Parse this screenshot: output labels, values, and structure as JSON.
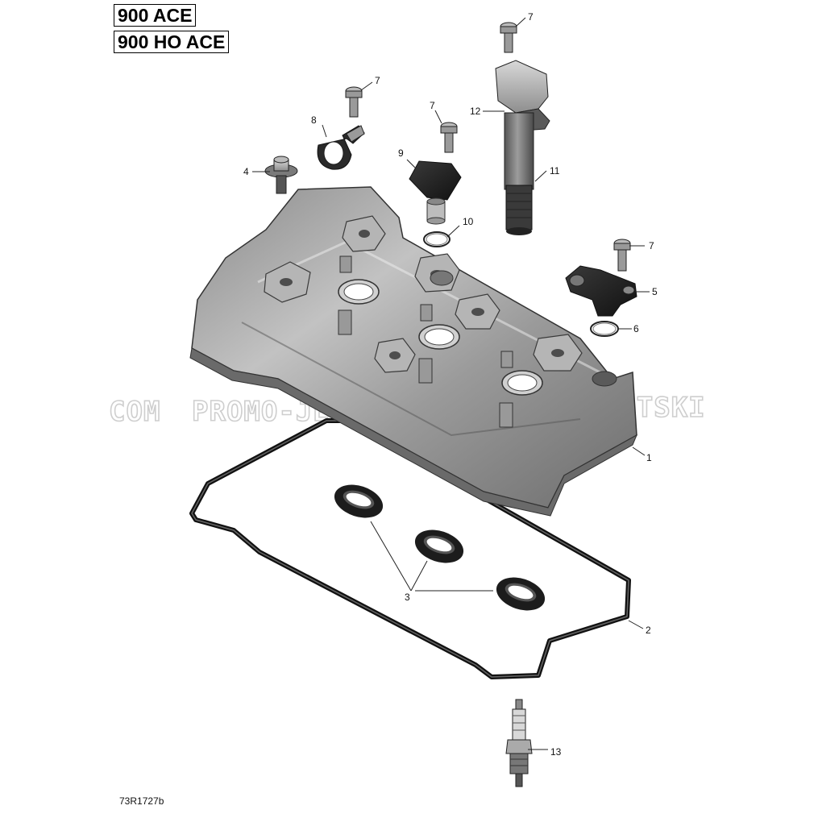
{
  "models": [
    "900 ACE",
    "900 HO ACE"
  ],
  "callouts": [
    {
      "num": "1",
      "part": "valve-cover"
    },
    {
      "num": "2",
      "part": "valve-cover-gasket"
    },
    {
      "num": "3",
      "part": "spark-plug-well-seal"
    },
    {
      "num": "4",
      "part": "shoulder-screw"
    },
    {
      "num": "5",
      "part": "camshaft-position-sensor"
    },
    {
      "num": "6",
      "part": "o-ring"
    },
    {
      "num": "7",
      "part": "screw"
    },
    {
      "num": "8",
      "part": "cable-clamp"
    },
    {
      "num": "9",
      "part": "sensor"
    },
    {
      "num": "10",
      "part": "o-ring"
    },
    {
      "num": "11",
      "part": "ignition-coil"
    },
    {
      "num": "12",
      "part": "o-ring"
    },
    {
      "num": "13",
      "part": "spark-plug"
    }
  ],
  "watermarks": [
    "COM",
    "PROMO-JETSKI.COM",
    "PROMO-JETSKI"
  ],
  "reference_code": "73R1727b"
}
